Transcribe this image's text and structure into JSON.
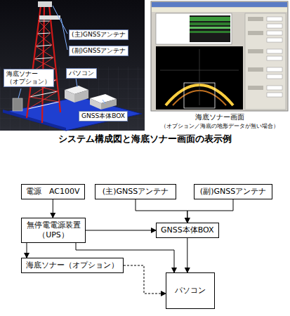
{
  "diagram": {
    "title": "システム構成図と海底ソナー画面の表示例",
    "nodes": [
      {
        "text": [
          "電源　AC100V"
        ]
      },
      {
        "text": [
          "(主)GNSSアンテナ"
        ]
      },
      {
        "text": [
          "(副)GNSSアンテナ"
        ]
      },
      {
        "text": [
          "無停電電源装置 （UPS）"
        ]
      },
      {
        "text": [
          "GNSS本体BOX"
        ]
      },
      {
        "text": [
          "海底ソナー（オプション）"
        ]
      },
      {
        "text": [
          "パソコン"
        ]
      }
    ],
    "edges": [
      {
        "from": 0,
        "to": 3,
        "arrow": "to"
      },
      {
        "from": 1,
        "to": 4,
        "arrow": "to"
      },
      {
        "from": 2,
        "to": 4,
        "arrow": "to"
      },
      {
        "from": 3,
        "to": 4,
        "arrow": "to"
      },
      {
        "from": 3,
        "to": 5,
        "arrow": "to"
      },
      {
        "from": 3,
        "to": 6,
        "arrow": "to"
      },
      {
        "from": 4,
        "to": 6,
        "arrow": "to"
      },
      {
        "from": 5,
        "to": 6,
        "arrow": "to"
      }
    ],
    "labels": [
      "(主)GNSSアンテナ",
      "(副)GNSSアンテナ",
      "海底ソナー （オプション）",
      "パソコン",
      "GNSS本体BOX",
      "海底ソナー画面",
      "（オプション／海底の地形データが無い場合）"
    ]
  }
}
